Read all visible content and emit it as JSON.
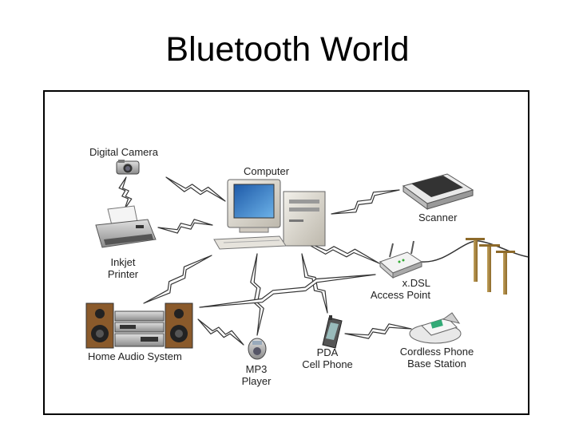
{
  "slide": {
    "title": "Bluetooth World"
  },
  "devices": {
    "digital_camera": "Digital Camera",
    "computer": "Computer",
    "scanner": "Scanner",
    "inkjet_printer": [
      "Inkjet",
      "Printer"
    ],
    "access_point": [
      "x.DSL",
      "Access Point"
    ],
    "home_audio": "Home Audio System",
    "mp3_player": [
      "MP3",
      "Player"
    ],
    "pda": [
      "PDA",
      "Cell Phone"
    ],
    "cordless_phone": [
      "Cordless Phone",
      "Base Station"
    ]
  },
  "colors": {
    "link_stroke": "#333333",
    "link_fill": "#ffffff",
    "frame": "#000000"
  }
}
